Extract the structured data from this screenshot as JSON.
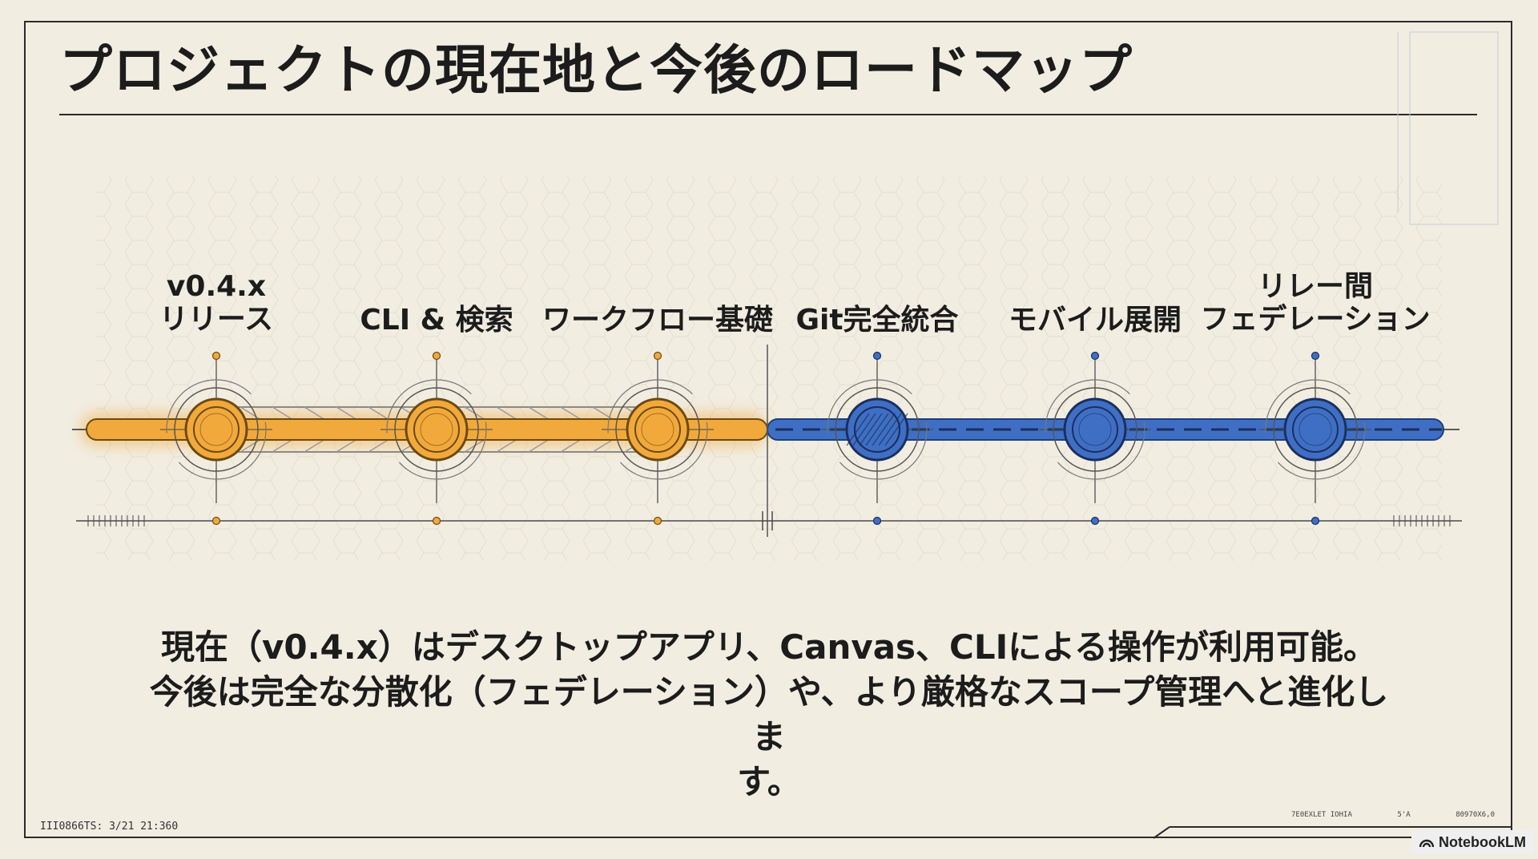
{
  "title": "プロジェクトの現在地と今後のロードマップ",
  "milestones": [
    {
      "lines": [
        "v0.4.x",
        "リリース"
      ],
      "status": "done"
    },
    {
      "lines": [
        "CLI & 検索"
      ],
      "status": "done"
    },
    {
      "lines": [
        "ワークフロー基礎"
      ],
      "status": "done"
    },
    {
      "lines": [
        "Git完全統合"
      ],
      "status": "next"
    },
    {
      "lines": [
        "モバイル展開"
      ],
      "status": "future"
    },
    {
      "lines": [
        "リレー間",
        "フェデレーション"
      ],
      "status": "future"
    }
  ],
  "summary": {
    "lines": [
      "現在（v0.4.x）はデスクトップアプリ、Canvas、CLIによる操作が利用可能。",
      "今後は完全な分散化（フェデレーション）や、より厳格なスコープ管理へと進化しま",
      "す。"
    ]
  },
  "footer": {
    "code": "III0866TS: 3/21  21:360",
    "small": [
      "7E0EXLET  IOHIA",
      "5'A",
      "80970X6,0"
    ],
    "brand": "NotebookLM"
  },
  "colors": {
    "done": "#f2a93b",
    "future": "#3f6fc4",
    "ink": "#2b2b2b",
    "background": "#f1ede1"
  }
}
